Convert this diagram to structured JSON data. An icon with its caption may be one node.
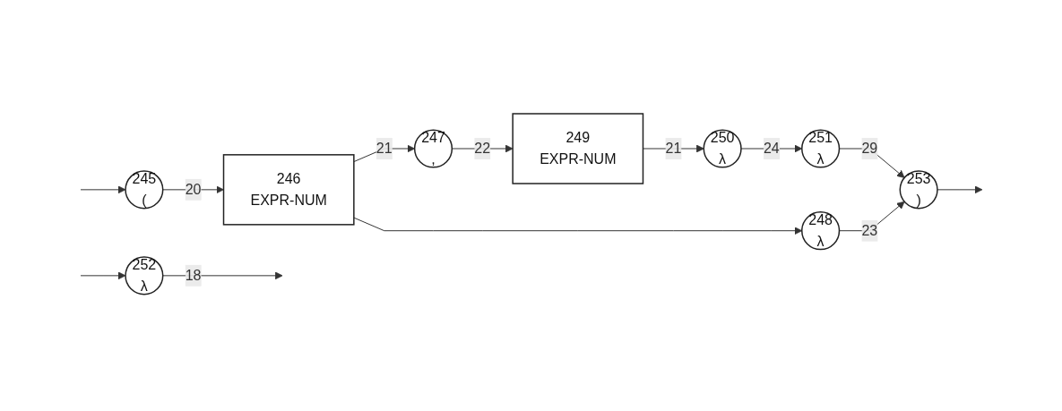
{
  "diagram": {
    "nodes": [
      {
        "text": [
          "245",
          "("
        ]
      },
      {
        "text": [
          "246",
          "EXPR-NUM"
        ]
      },
      {
        "text": [
          "247",
          ","
        ]
      },
      {
        "text": [
          "249",
          "EXPR-NUM"
        ]
      },
      {
        "text": [
          "250",
          "λ"
        ]
      },
      {
        "text": [
          "251",
          "λ"
        ]
      },
      {
        "text": [
          "248",
          "λ"
        ]
      },
      {
        "text": [
          "253",
          ")"
        ]
      },
      {
        "text": [
          "252",
          "λ"
        ]
      }
    ],
    "edges": [
      {
        "from": null,
        "to": 0,
        "arrow": "to"
      },
      {
        "from": null,
        "to": 8,
        "arrow": "to"
      },
      {
        "from": 0,
        "to": 1,
        "arrow": "to",
        "label": "20"
      },
      {
        "from": 1,
        "to": 2,
        "arrow": "to",
        "label": "21"
      },
      {
        "from": 1,
        "to": 6,
        "arrow": "to"
      },
      {
        "from": 2,
        "to": 3,
        "arrow": "to",
        "label": "22"
      },
      {
        "from": 3,
        "to": 4,
        "arrow": "to",
        "label": "21"
      },
      {
        "from": 4,
        "to": 5,
        "arrow": "to",
        "label": "24"
      },
      {
        "from": 5,
        "to": 7,
        "arrow": "to",
        "label": "29"
      },
      {
        "from": 6,
        "to": 7,
        "arrow": "to",
        "label": "23"
      },
      {
        "from": 7,
        "to": null,
        "arrow": "to"
      },
      {
        "from": 8,
        "to": null,
        "arrow": "to",
        "label": "18"
      }
    ]
  }
}
